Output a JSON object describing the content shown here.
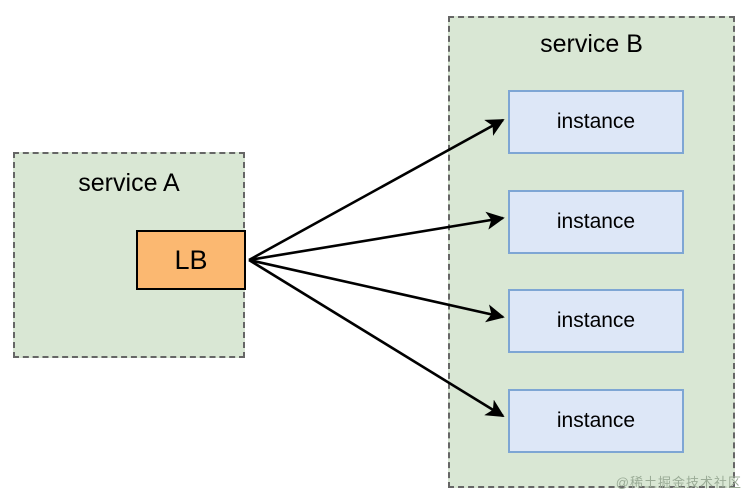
{
  "diagram": {
    "title": "load-balancer-service-topology",
    "background_color": "#ffffff",
    "service_a": {
      "label": "service A",
      "fill_color": "#d9e7d4",
      "border_color": "#666666",
      "lb": {
        "label": "LB",
        "fill_color": "#fbb871",
        "border_color": "#000000"
      }
    },
    "service_b": {
      "label": "service B",
      "fill_color": "#d9e7d4",
      "border_color": "#666666",
      "instance_fill_color": "#dde7f7",
      "instance_border_color": "#7ea6d4",
      "instances": [
        {
          "label": "instance"
        },
        {
          "label": "instance"
        },
        {
          "label": "instance"
        },
        {
          "label": "instance"
        }
      ]
    },
    "connections": {
      "count": 4,
      "color": "#000000",
      "style": "solid-arrow",
      "description": "LB fans out to each instance"
    }
  },
  "watermark": {
    "text": "@稀土掘金技术社区",
    "color": "#9aab96"
  }
}
